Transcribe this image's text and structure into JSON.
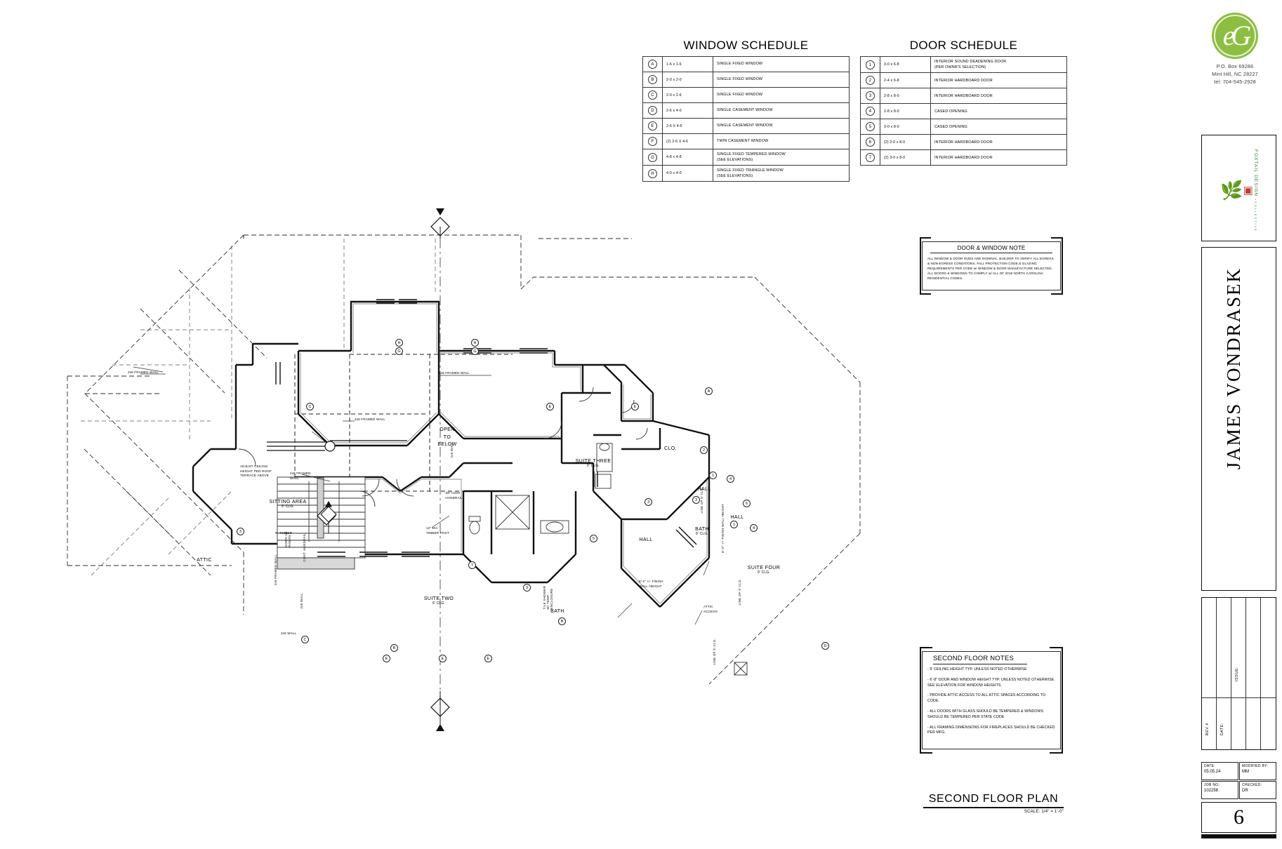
{
  "sheet": {
    "plan_title": "SECOND FLOOR PLAN",
    "plan_scale": "SCALE: 1/4\" = 1'-0\"",
    "sheet_number": "6",
    "client_name": "JAMES VONDRASEK"
  },
  "logo": {
    "monogram": "eG",
    "address_line1": "P.O. Box 69286",
    "address_line2": "Mint Hill, NC 28227",
    "address_line3": "tel: 704-545-2928",
    "brand_color": "#8cbf3f"
  },
  "foxtail": {
    "line1": "FOXTAIL DESIGN",
    "line2": "+ C O L L E C T I V E"
  },
  "window_schedule": {
    "title": "WINDOW SCHEDULE",
    "rows": [
      {
        "mark": "A",
        "size": "1-6 x 1-6",
        "desc": "SINGLE FIXED WINDOW"
      },
      {
        "mark": "B",
        "size": "2-0 x 2-0",
        "desc": "SINGLE FIXED WINDOW"
      },
      {
        "mark": "C",
        "size": "2-0 x 2-6",
        "desc": "SINGLE FIXED WINDOW"
      },
      {
        "mark": "D",
        "size": "2-6 x 4-0",
        "desc": "SINGLE CASEMENT WINDOW"
      },
      {
        "mark": "E",
        "size": "2-6 X 4-6",
        "desc": "SINGLE CASEMENT WINDOW"
      },
      {
        "mark": "F",
        "size": "(2) 2-6 X 4-6",
        "desc": "TWIN CASEMENT WINDOW"
      },
      {
        "mark": "G",
        "size": "4-8 x 4-8",
        "desc": "SINGLE FIXED TEMPERED WINDOW\n(SEE ELEVATIONS)"
      },
      {
        "mark": "H",
        "size": "4-0 x 4-0",
        "desc": "SINGLE FIXED TRIANGLE WINDOW\n(SEE ELEVATIONS)"
      }
    ]
  },
  "door_schedule": {
    "title": "DOOR SCHEDULE",
    "rows": [
      {
        "mark": "1",
        "size": "3-0 x 6-8",
        "desc": "INTERIOR SOUND DEADENING DOOR\n(PER OWNR'S SELECTION)"
      },
      {
        "mark": "2",
        "size": "2-4 x 6-8",
        "desc": "INTERIOR HARDBOARD DOOR"
      },
      {
        "mark": "3",
        "size": "2-8 x 8-0",
        "desc": "INTERIOR HARDBOARD DOOR"
      },
      {
        "mark": "4",
        "size": "2-8 x 8-0",
        "desc": "CASED OPENING"
      },
      {
        "mark": "5",
        "size": "3-0 x 8-0",
        "desc": "CASED OPENING"
      },
      {
        "mark": "6",
        "size": "(2) 2-0 x 8-0",
        "desc": "INTERIOR HARDBOARD DOOR"
      },
      {
        "mark": "7",
        "size": "(2) 3-0 x 8-0",
        "desc": "INTERIOR HARDBOARD DOOR"
      }
    ]
  },
  "door_window_note": {
    "title": "DOOR & WINDOW NOTE",
    "body": "ALL WINDOW & DOOR SIZES ARE NOMINAL. BUILDER TO VERIFY ALL EGRESS & NON-EGRESS CONDITIONS. FALL PROTECTION CODE & GLAZING REQUIREMENTS PER CODE w/ WINDOW & DOOR MANUFACTURE SELECTED. ALL DOORS & WINDOWS TO COMPLY w/ ALL OF 2018 NORTH CAROLINA RESIDENTIAL CODES."
  },
  "second_floor_notes": {
    "title": "SECOND FLOOR NOTES",
    "items": [
      "- 9' CEILING HEIGHT TYP. UNLESS NOTED OTHERWISE",
      "- 6'-8\" DOOR AND WINDOW HEIGHT TYP. UNLESS NOTED OTHERWISE.  SEE ELEVATION FOR WINDOW HEIGHTS.",
      "- PROVIDE ATTIC ACCESS TO ALL ATTIC SPACES ACCORDING TO CODE.",
      "- ALL DOORS WITH GLASS SHOULD BE TEMPERED & WINDOWS SHOULD BE TEMPERED PER STATE CODE",
      "- ALL FRAMING DIMENSIONS FOR FIREPLACES SHOULD BE CHECKED PER MFG."
    ]
  },
  "titleblock_meta": {
    "date_key": "DATE:",
    "date_value": "05.05.24",
    "job_key": "JOB NO.:",
    "job_value": "102258",
    "modified_key": "MODIFIED BY:",
    "modified_value": "MM",
    "checked_key": "CHECKED:",
    "checked_value": "DR",
    "rev_label": "REV #",
    "date_label": "DATE:",
    "issue_label": "ISSUE:"
  },
  "rooms": [
    {
      "name": "ATTIC",
      "clg": ""
    },
    {
      "name": "SITTING AREA",
      "clg": "9' CLG."
    },
    {
      "name": "SUITE TWO",
      "clg": "9' CLG."
    },
    {
      "name": "SUITE THREE",
      "clg": "9' CLG."
    },
    {
      "name": "SUITE FOUR",
      "clg": "9' CLG."
    },
    {
      "name": "BATH",
      "clg": "9' CLG."
    },
    {
      "name": "BATH",
      "clg": ""
    },
    {
      "name": "HALL",
      "clg": ""
    },
    {
      "name": "HALL",
      "clg": ""
    },
    {
      "name": "HALL",
      "clg": ""
    },
    {
      "name": "CLO.",
      "clg": ""
    }
  ],
  "plan_notes": {
    "open_to_below": "OPEN\nTO\nBELOW",
    "handrail": "-36\" HIGH\n HANDRAIL",
    "timber_beam": "9\" TIMBER",
    "timber_post": "12\" DIA\nTIMBER POST",
    "adjust_ceiling": "ADJUST CEILING\nHEIGHT PER ROOF\nTERRACE ABOVE",
    "framed_wall_2x6": "2x6 FRAMED WALL",
    "framed_wall_2x6_b": "2x6 FRAMED\nWALL",
    "wall_2x6": "2x6 WALL",
    "wall_2x6_v": "2x6 WALL",
    "framed_wall_v": "2x6 FRAMED WALL",
    "down18": "DOWN 18\nRISERS",
    "cont_handrail": "CONT. HANDRAIL",
    "tile_shower": "TILE SHOWER\nW/ TEMP.\nENCLOSURE",
    "finish_wall_height": "8'-2\" +/- FINISH\nWALL HEIGHT",
    "finish_wall_height_v": "8'-2\" +/- FINISH WALL HEIGHT",
    "attic_access": "ATTIC\nACCESS",
    "line_of_clg": "LINE OF 9' CLG.",
    "line_of_clg_b": "LINE OF 9' CLG."
  },
  "door_bubbles": [
    "1",
    "2",
    "3",
    "4",
    "5",
    "6",
    "7"
  ],
  "window_bubbles": [
    "A",
    "B",
    "C",
    "D",
    "E",
    "F",
    "G",
    "H"
  ]
}
